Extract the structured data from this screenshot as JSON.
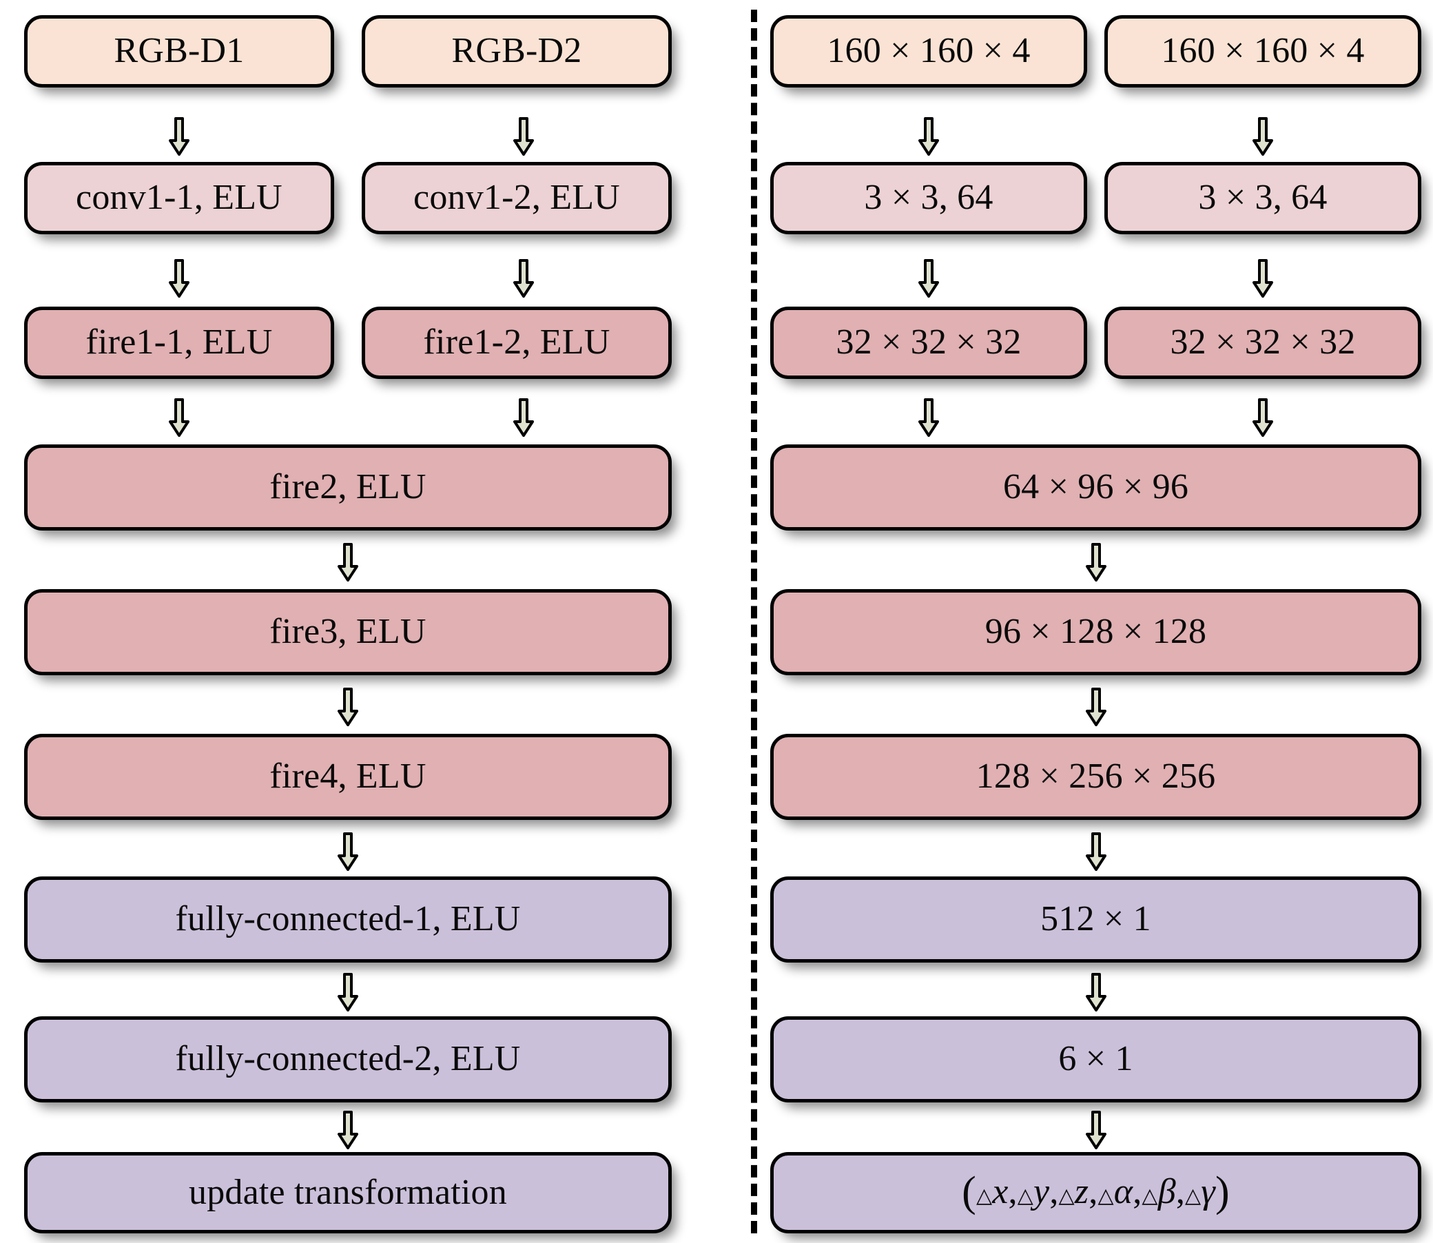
{
  "figure": {
    "type": "neural-network-architecture-diagram",
    "panels": [
      "layer-names",
      "tensor-shapes"
    ],
    "divider": {
      "style": "dashed",
      "color": "#000000"
    }
  },
  "colors": {
    "input_fill": "#fae3d4",
    "conv_fill": "#ecd2d4",
    "fire_fill": "#e0b0b2",
    "fc_fill": "#cbc0da",
    "outline": "#000000",
    "arrow_fill": "#dfe2cf",
    "background": "#ffffff"
  },
  "left_panel": {
    "rows": [
      {
        "id": "inputs",
        "tier": "tier-input",
        "nodes": [
          {
            "name": "rgbd1-node",
            "label": "RGB-D1"
          },
          {
            "name": "rgbd2-node",
            "label": "RGB-D2"
          }
        ]
      },
      {
        "id": "conv1",
        "tier": "tier-conv",
        "nodes": [
          {
            "name": "conv1-1-node",
            "label": "conv1-1, ELU"
          },
          {
            "name": "conv1-2-node",
            "label": "conv1-2, ELU"
          }
        ]
      },
      {
        "id": "fire1",
        "tier": "tier-fire",
        "nodes": [
          {
            "name": "fire1-1-node",
            "label": "fire1-1, ELU"
          },
          {
            "name": "fire1-2-node",
            "label": "fire1-2, ELU"
          }
        ]
      },
      {
        "id": "fire2",
        "tier": "tier-fire",
        "nodes": [
          {
            "name": "fire2-node",
            "label": "fire2, ELU"
          }
        ]
      },
      {
        "id": "fire3",
        "tier": "tier-fire",
        "nodes": [
          {
            "name": "fire3-node",
            "label": "fire3, ELU"
          }
        ]
      },
      {
        "id": "fire4",
        "tier": "tier-fire",
        "nodes": [
          {
            "name": "fire4-node",
            "label": "fire4, ELU"
          }
        ]
      },
      {
        "id": "fc1",
        "tier": "tier-fc",
        "nodes": [
          {
            "name": "fully-connected-1-node",
            "label": "fully-connected-1, ELU"
          }
        ]
      },
      {
        "id": "fc2",
        "tier": "tier-fc",
        "nodes": [
          {
            "name": "fully-connected-2-node",
            "label": "fully-connected-2, ELU"
          }
        ]
      },
      {
        "id": "output",
        "tier": "tier-fc",
        "nodes": [
          {
            "name": "update-transformation-node",
            "label": "update transformation"
          }
        ]
      }
    ]
  },
  "right_panel": {
    "rows": [
      {
        "id": "inputs",
        "tier": "tier-input",
        "nodes": [
          {
            "name": "input-shape-1-node",
            "label": "160 × 160 × 4"
          },
          {
            "name": "input-shape-2-node",
            "label": "160 × 160 × 4"
          }
        ]
      },
      {
        "id": "conv1",
        "tier": "tier-conv",
        "nodes": [
          {
            "name": "conv1-1-shape-node",
            "label": "3 × 3, 64"
          },
          {
            "name": "conv1-2-shape-node",
            "label": "3 × 3, 64"
          }
        ]
      },
      {
        "id": "fire1",
        "tier": "tier-fire",
        "nodes": [
          {
            "name": "fire1-1-shape-node",
            "label": "32 × 32 × 32"
          },
          {
            "name": "fire1-2-shape-node",
            "label": "32 × 32 × 32"
          }
        ]
      },
      {
        "id": "fire2",
        "tier": "tier-fire",
        "nodes": [
          {
            "name": "fire2-shape-node",
            "label": "64 × 96 × 96"
          }
        ]
      },
      {
        "id": "fire3",
        "tier": "tier-fire",
        "nodes": [
          {
            "name": "fire3-shape-node",
            "label": "96 × 128 × 128"
          }
        ]
      },
      {
        "id": "fire4",
        "tier": "tier-fire",
        "nodes": [
          {
            "name": "fire4-shape-node",
            "label": "128 × 256 × 256"
          }
        ]
      },
      {
        "id": "fc1",
        "tier": "tier-fc",
        "nodes": [
          {
            "name": "fully-connected-1-shape-node",
            "label": "512 × 1"
          }
        ]
      },
      {
        "id": "fc2",
        "tier": "tier-fc",
        "nodes": [
          {
            "name": "fully-connected-2-shape-node",
            "label": "6 × 1"
          }
        ]
      },
      {
        "id": "output",
        "tier": "tier-fc",
        "nodes": [
          {
            "name": "pose-delta-shape-node",
            "label": "(△x,△y,△z,△α,△β,△γ)",
            "is_formula": true
          }
        ]
      }
    ]
  },
  "formula": {
    "open_paren": "(",
    "close_paren": ")",
    "delta": "△",
    "comma": ",",
    "terms": [
      "x",
      "y",
      "z",
      "α",
      "β",
      "γ"
    ]
  },
  "arrows": {
    "glyph": "down-arrow",
    "count_left": 10,
    "count_right": 10
  }
}
